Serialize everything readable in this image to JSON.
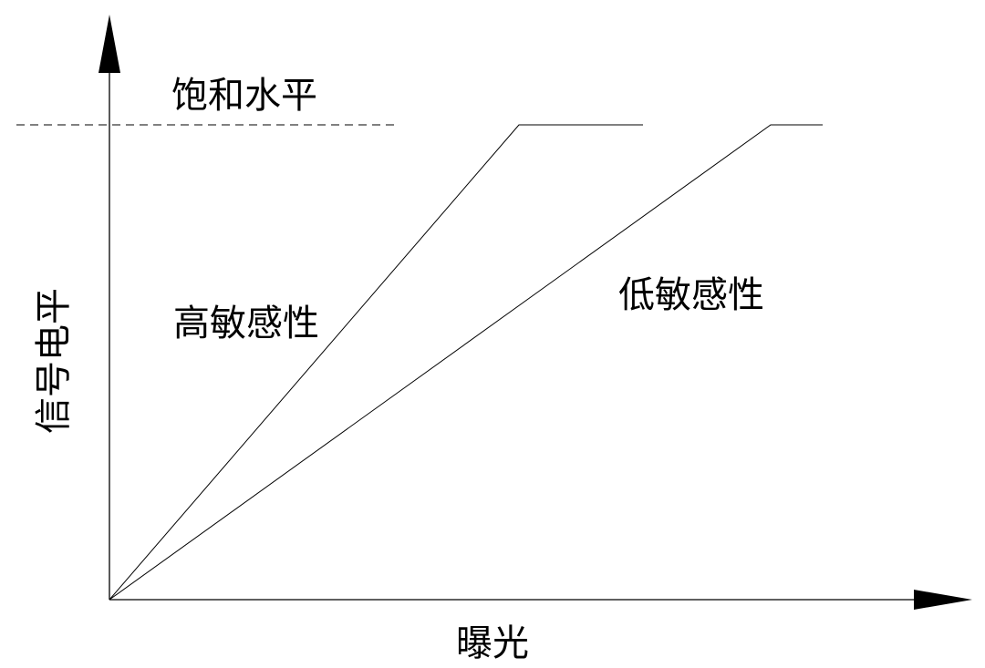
{
  "labels": {
    "saturation_level": "饱和水平",
    "high_sensitivity": "高敏感性",
    "low_sensitivity": "低敏感性",
    "y_axis": "信号电平",
    "x_axis": "曝光"
  }
}
